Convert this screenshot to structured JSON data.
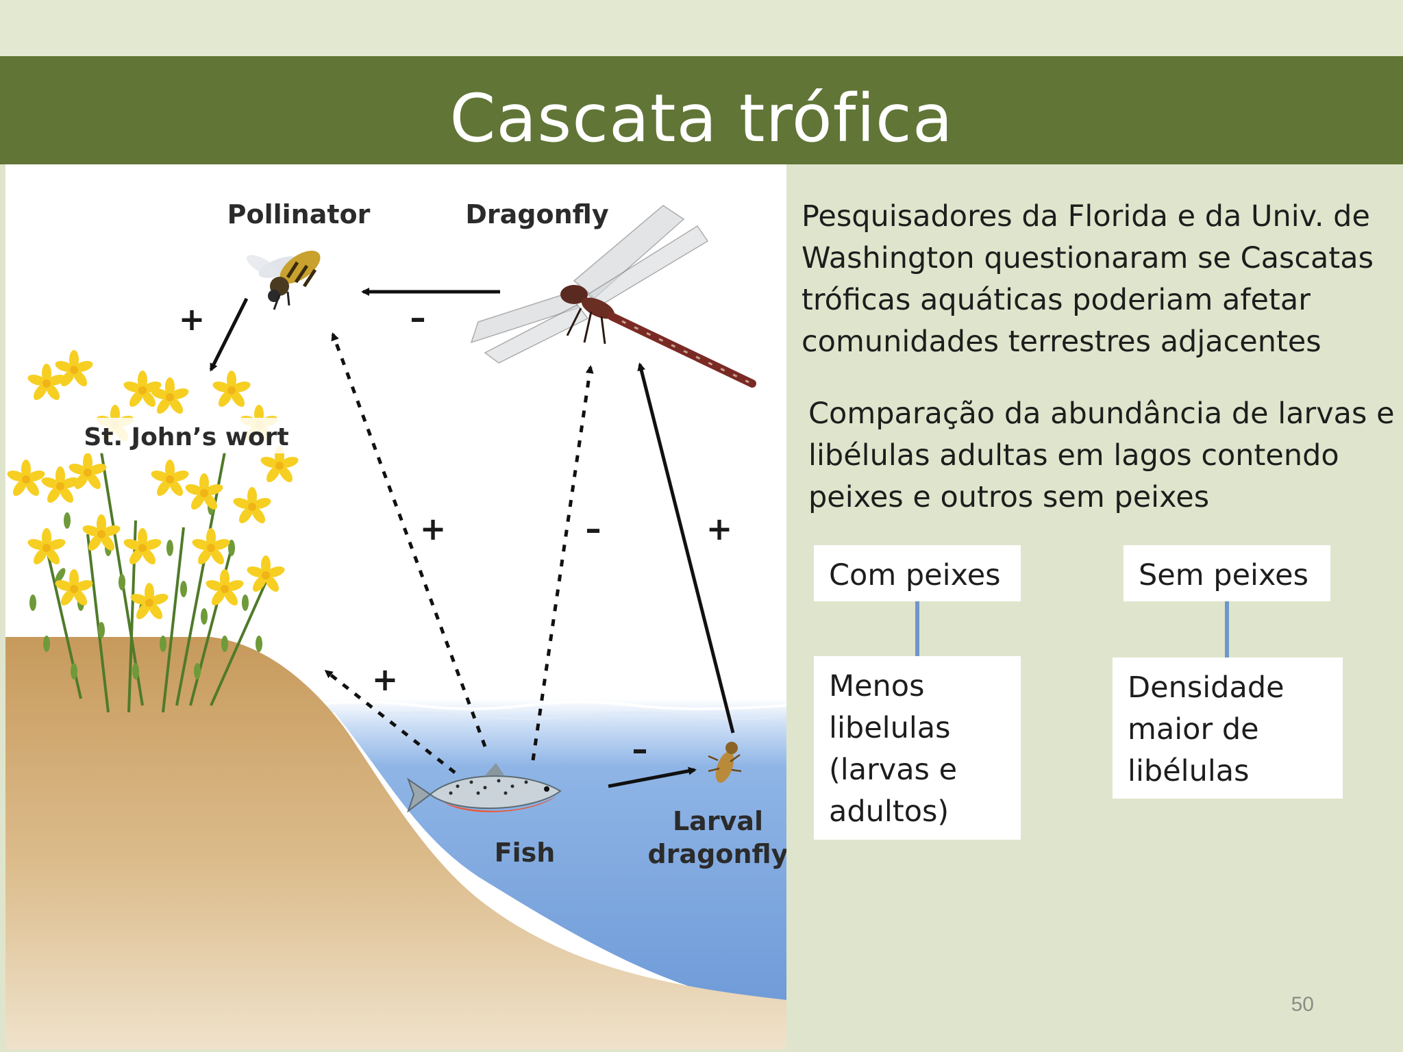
{
  "slide": {
    "title": "Cascata trófica",
    "page_number": "50"
  },
  "diagram": {
    "labels": {
      "pollinator": "Pollinator",
      "dragonfly": "Dragonfly",
      "st_johns_wort": "St. John’s wort",
      "fish": "Fish",
      "larval_line1": "Larval",
      "larval_line2": "dragonfly"
    },
    "signs": {
      "pollinator_to_plant": "+",
      "dragonfly_to_pollinator": "–",
      "fish_to_pollinator": "+",
      "fish_to_dragonfly": "–",
      "larva_to_dragonfly": "+",
      "fish_to_plant": "+",
      "fish_to_larva": "–"
    }
  },
  "text": {
    "paragraph1": "Pesquisadores da Florida e da Univ. de\nWashington questionaram se Cascatas\ntróficas aquáticas poderiam afetar\ncomunidades terrestres adjacentes",
    "paragraph2": "Comparação da abundância de larvas e\nlibélulas adultas em lagos contendo\npeixes e  outros sem peixes"
  },
  "comparison": {
    "with_fish": {
      "header": "Com peixes",
      "result": "Menos\nlibelulas\n(larvas e\nadultos)"
    },
    "without_fish": {
      "header": "Sem peixes",
      "result": "Densidade\nmaior de\nlibélulas"
    }
  },
  "colors": {
    "title_bar": "#617536",
    "background": "#dfe5cc",
    "connector": "#6f96c9",
    "water": "#7aa5dd",
    "soil": "#c9a36b",
    "flower": "#f4c81c",
    "leaf": "#6f9a3a"
  }
}
